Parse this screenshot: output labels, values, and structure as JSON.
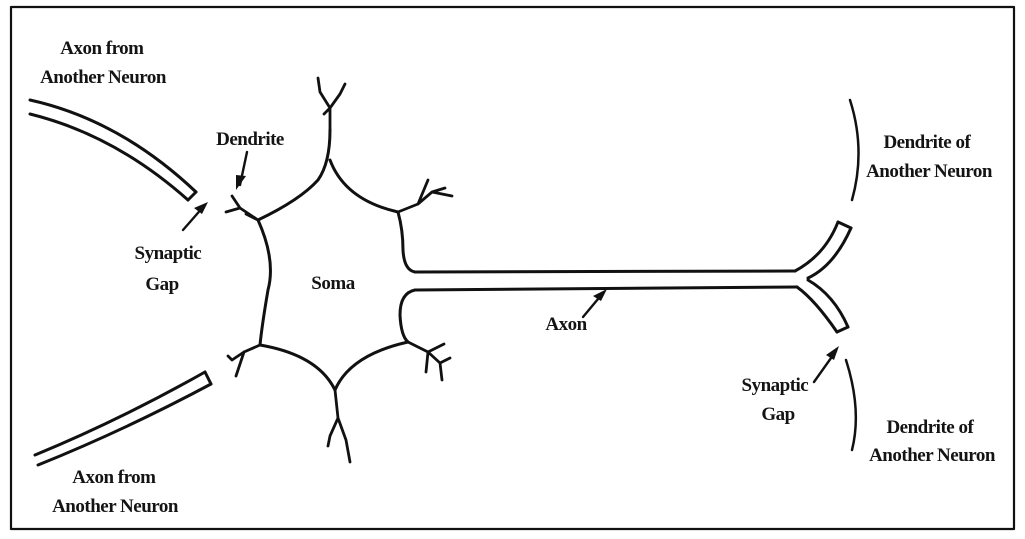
{
  "labels": {
    "axon_from_another_neuron_top": [
      "Axon from",
      "Another Neuron"
    ],
    "axon_from_another_neuron_bottom": [
      "Axon from",
      "Another Neuron"
    ],
    "dendrite": "Dendrite",
    "synaptic_gap_left": [
      "Synaptic",
      "Gap"
    ],
    "soma": "Soma",
    "axon": "Axon",
    "dendrite_of_another_neuron_top": [
      "Dendrite of",
      "Another Neuron"
    ],
    "dendrite_of_another_neuron_bottom": [
      "Dendrite of",
      "Another Neuron"
    ],
    "synaptic_gap_right": [
      "Synaptic",
      "Gap"
    ]
  },
  "colors": {
    "ink": "#111111",
    "background": "#ffffff"
  }
}
